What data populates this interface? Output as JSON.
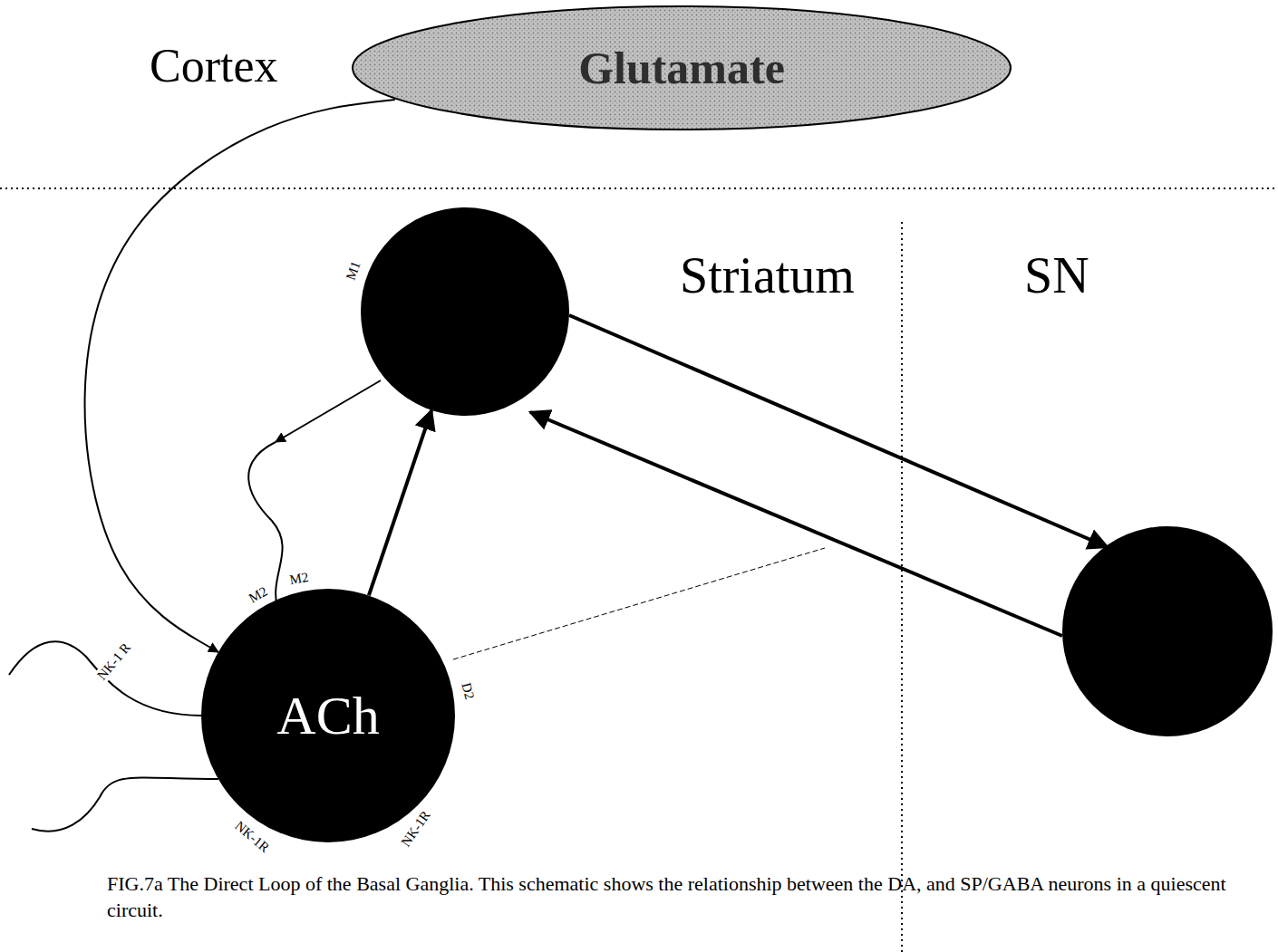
{
  "diagram": {
    "caption": "FIG.7a The Direct Loop of the Basal Ganglia. This schematic shows the relationship between the DA, and SP/GABA neurons in a quiescent circuit.",
    "nodes": [
      {
        "text": [
          "Cortex",
          "Glutamate"
        ]
      },
      {
        "text": [
          "M1"
        ]
      },
      {
        "text": [
          "ACh",
          "M2",
          "M2",
          "D2",
          "NK-1R",
          "NK-1R"
        ]
      }
    ],
    "edges": [
      {
        "from": 0,
        "to": 2,
        "arrow": "to"
      },
      {
        "from": 2,
        "to": 1,
        "arrow": "to"
      }
    ],
    "labels": [
      "Striatum",
      "SN",
      "NK-1 R"
    ]
  }
}
